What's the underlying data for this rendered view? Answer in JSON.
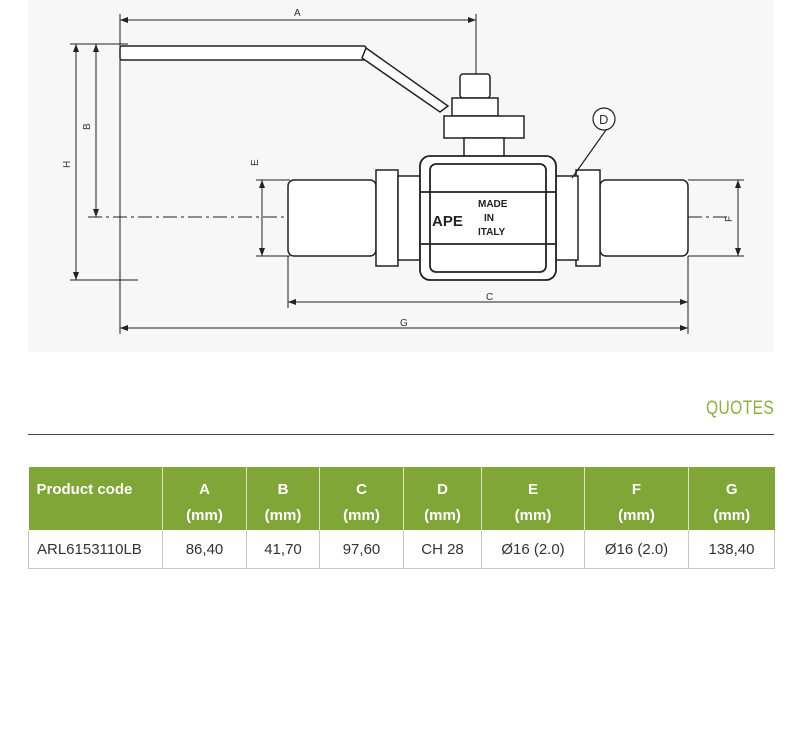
{
  "drawing": {
    "dim_labels": {
      "A": "A",
      "B": "B",
      "H": "H",
      "E": "E",
      "F": "F",
      "C": "C",
      "G": "G",
      "D": "D"
    },
    "stamp": {
      "line1": "MADE",
      "line2": "IN",
      "line3": "ITALY",
      "brand": "APE"
    }
  },
  "section": {
    "title": "QUOTES"
  },
  "table": {
    "headers": [
      {
        "line1": "Product code",
        "line2": ""
      },
      {
        "line1": "A",
        "line2": "(mm)"
      },
      {
        "line1": "B",
        "line2": "(mm)"
      },
      {
        "line1": "C",
        "line2": "(mm)"
      },
      {
        "line1": "D",
        "line2": "(mm)"
      },
      {
        "line1": "E",
        "line2": "(mm)"
      },
      {
        "line1": "F",
        "line2": "(mm)"
      },
      {
        "line1": "G",
        "line2": "(mm)"
      }
    ],
    "rows": [
      [
        "ARL6153110LB",
        "86,40",
        "41,70",
        "97,60",
        "CH 28",
        "Ø16 (2.0)",
        "Ø16 (2.0)",
        "138,40"
      ]
    ]
  },
  "colors": {
    "header_bg": "#7fa637",
    "title": "#8bb23f"
  }
}
